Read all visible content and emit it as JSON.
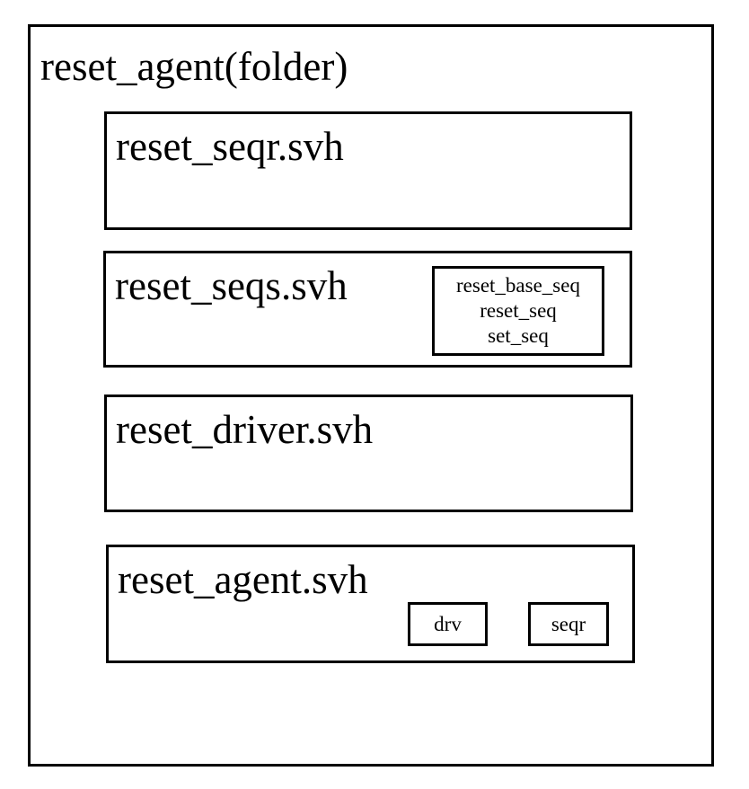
{
  "folder": {
    "title": "reset_agent(folder)"
  },
  "files": [
    {
      "name": "reset_seqr.svh"
    },
    {
      "name": "reset_seqs.svh",
      "sequences": [
        "reset_base_seq",
        "reset_seq",
        "set_seq"
      ]
    },
    {
      "name": "reset_driver.svh"
    },
    {
      "name": "reset_agent.svh",
      "components": [
        "drv",
        "seqr"
      ]
    }
  ],
  "colors": {
    "border": "#000000",
    "background": "#ffffff",
    "text": "#000000"
  }
}
